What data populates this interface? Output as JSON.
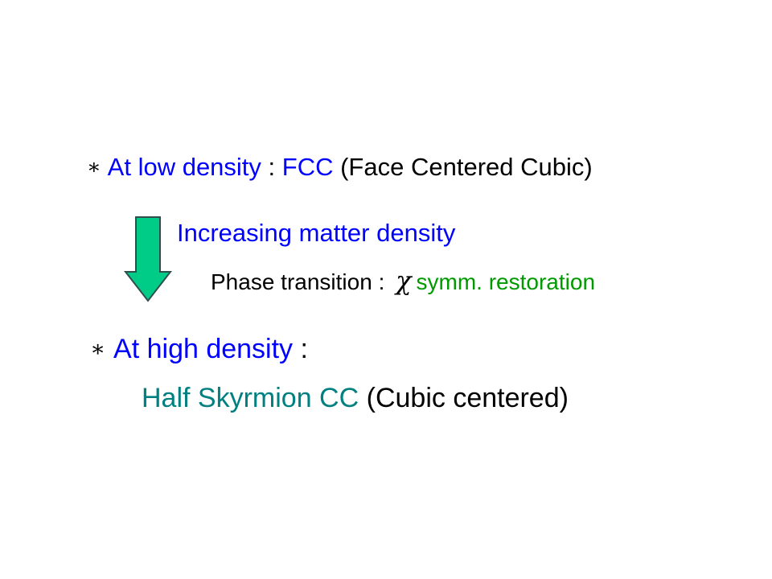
{
  "bullet_symbol": "∗",
  "low_density": {
    "label": "At low density",
    "separator": " : ",
    "structure": "FCC",
    "description": " (Face Centered Cubic)"
  },
  "transition": {
    "heading": "Increasing matter density",
    "prefix": "Phase transition : ",
    "symbol": "χ",
    "suffix": "symm. restoration"
  },
  "high_density": {
    "label": "At high density",
    "separator": " :",
    "structure": "Half Skyrmion CC",
    "description": " (Cubic centered)"
  },
  "colors": {
    "blue_text": "#0000ff",
    "teal_text": "#008080",
    "green_text": "#009900",
    "arrow_fill": "#00cc88",
    "arrow_stroke": "#2f4f4f"
  },
  "icons": {
    "arrow": "down-arrow-icon",
    "bullet": "asterisk-bullet-icon"
  }
}
